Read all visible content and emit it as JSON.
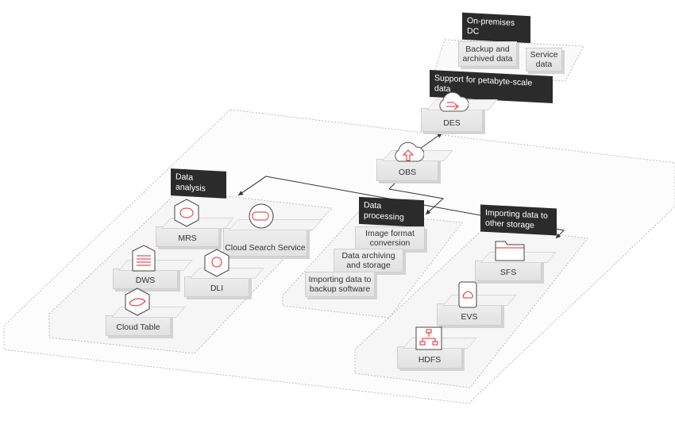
{
  "onprem": {
    "title": "On-premises DC",
    "items": [
      "Backup and archived data",
      "Service data"
    ]
  },
  "petabyte_label": "Support for petabyte-scale data",
  "des": {
    "label": "DES",
    "icon": "cloud-transfer-icon"
  },
  "obs": {
    "label": "OBS",
    "icon": "cloud-upload-icon"
  },
  "analysis": {
    "title": "Data analysis",
    "services": [
      {
        "label": "MRS",
        "icon": "elephant-icon"
      },
      {
        "label": "Cloud Search Service",
        "icon": "search-service-icon"
      },
      {
        "label": "DWS",
        "icon": "document-lines-icon"
      },
      {
        "label": "DLI",
        "icon": "cloud-search-icon"
      },
      {
        "label": "Cloud Table",
        "icon": "whale-icon"
      }
    ]
  },
  "processing": {
    "title": "Data processing",
    "items": [
      "Image format conversion",
      "Data archiving and storage",
      "Importing data to backup software"
    ]
  },
  "storage": {
    "title": "Importing data to other storage",
    "services": [
      {
        "label": "SFS",
        "icon": "folder-icon"
      },
      {
        "label": "EVS",
        "icon": "disk-cloud-icon"
      },
      {
        "label": "HDFS",
        "icon": "hierarchy-icon"
      }
    ]
  },
  "colors": {
    "accent": "#e8262d",
    "tag_bg": "#2b2b2b",
    "box": "#e6e6e6"
  }
}
